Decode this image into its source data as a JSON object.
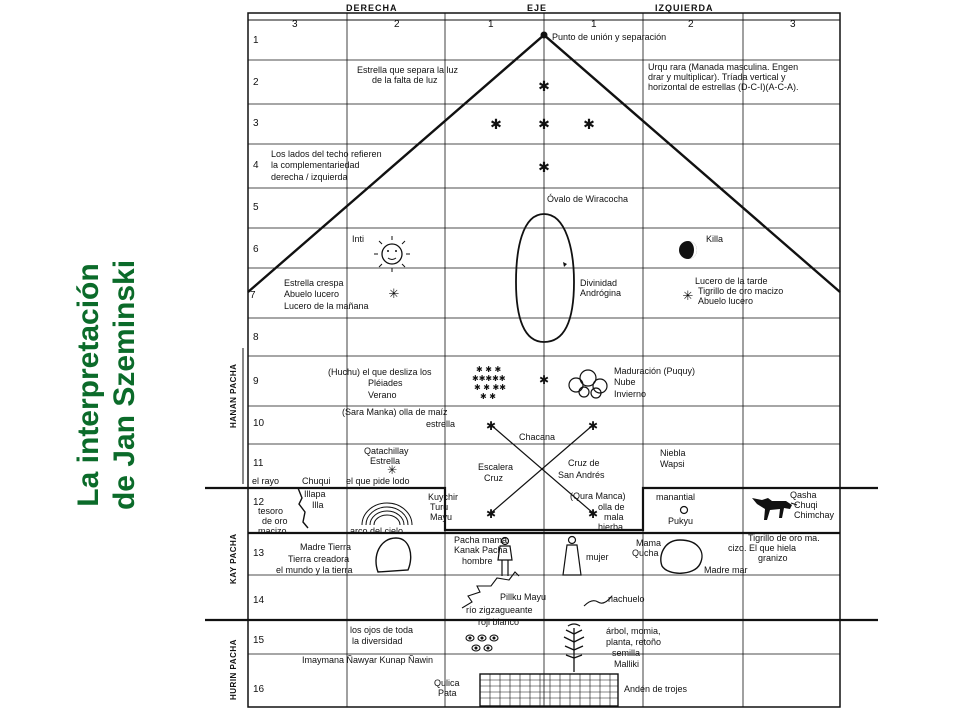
{
  "title": {
    "line1": "La interpretación",
    "line2": "de Jan Szeminski",
    "color": "#0b6b2a"
  },
  "header": {
    "left": "DERECHA",
    "center": "EJE",
    "right": "IZQUIERDA",
    "columns": [
      "3",
      "2",
      "1",
      "1",
      "2",
      "3"
    ]
  },
  "rows": [
    "1",
    "2",
    "3",
    "4",
    "5",
    "6",
    "7",
    "8",
    "9",
    "10",
    "11",
    "12",
    "13",
    "14",
    "15",
    "16"
  ],
  "sections": {
    "hanan": "HANAN PACHA",
    "kay": "KAY PACHA",
    "hurin": "HURIN PACHA"
  },
  "labels": {
    "punto": "Punto de unión y separación",
    "estrella1": "Estrella que separa la luz",
    "estrella2": "de la falta de luz",
    "urqu1": "Urqu rara (Manada masculina. Engen",
    "urqu2": "drar y multiplicar). Tríada vertical y",
    "urqu3": "horizontal de estrellas (D-C-I)(A-C-A).",
    "lados1": "Los lados del techo refieren",
    "lados2": "la complementariedad",
    "lados3": "derecha / izquierda",
    "ovalo": "Óvalo de Wiracocha",
    "inti": "Inti",
    "killa": "Killa",
    "crespa1": "Estrella crespa",
    "crespa2": "Abuelo lucero",
    "crespa3": "Lucero de la mañana",
    "divinidad1": "Divinidad",
    "divinidad2": "Andrógina",
    "tarde1": "Lucero de la tarde",
    "tarde2": "Tigrillo de oro macizo",
    "tarde3": "Abuelo lucero",
    "huchu": "(Huchu) el que desliza los",
    "pleiades": "Pléiades",
    "verano": "Verano",
    "maduracion": "Maduración (Puquy)",
    "nube": "Nube",
    "invierno": "Invierno",
    "sara1": "(Sara Manka) olla de maíz",
    "sara2": "estrella",
    "chacana": "Chacana",
    "qatachillay1": "Qatachillay",
    "qatachillay2": "Estrella",
    "niebla1": "Niebla",
    "niebla2": "Wapsi",
    "escalera1": "Escalera",
    "escalera2": "Cruz",
    "cruzsa1": "Cruz de",
    "cruzsa2": "San Andrés",
    "rayo": "el rayo",
    "chuqui": "Chuqui",
    "piedelodo": "el que pide lodo",
    "illapa1": "Illapa",
    "illapa2": "Illa",
    "tesoro1": "tesoro",
    "tesoro2": "de oro",
    "tesoro3": "macizo",
    "kuychir1": "Kuychir",
    "kuychir2": "Turu",
    "kuychir3": "Mayu",
    "arco": "arco del cielo",
    "quramanca1": "(Qura Manca)",
    "quramanca2": "olla de",
    "quramanca3": "mala",
    "quramanca4": "hierba",
    "manantial": "manantial",
    "pukyu": "Pukyu",
    "qasha1": "Qasha",
    "qasha2": "Chuqi",
    "qasha3": "Chimchay",
    "madretierra": "Madre Tierra",
    "tierracreadora1": "Tierra creadora",
    "tierracreadora2": "el mundo y la tierra",
    "pachamama1": "Pacha mama",
    "pachamama2": "Kanak Pacha",
    "hombre": "hombre",
    "mujer": "mujer",
    "mamaqucha1": "Mama",
    "mamaqucha2": "Qucha",
    "tigrillo2a": "Tigrillo de oro ma.",
    "tigrillo2b": "cizo. El que hiela",
    "tigrillo2c": "granizo",
    "madremar": "Madre mar",
    "pillku": "Pillku Mayu",
    "riozig": "río zigzagueante",
    "riachuelo": "riachuelo",
    "roji": "roji blanco",
    "ojos1": "los ojos de toda",
    "ojos2": "la diversidad",
    "arbol1": "árbol, momia,",
    "arbol2": "planta, retoño",
    "arbol3": "semilla",
    "malliki": "Malliki",
    "imaymana": "Imaymana  Ñawyar  Kunap  Ñawin",
    "qulica1": "Qulica",
    "qulica2": "Pata",
    "anden": "Andén de trojes"
  }
}
